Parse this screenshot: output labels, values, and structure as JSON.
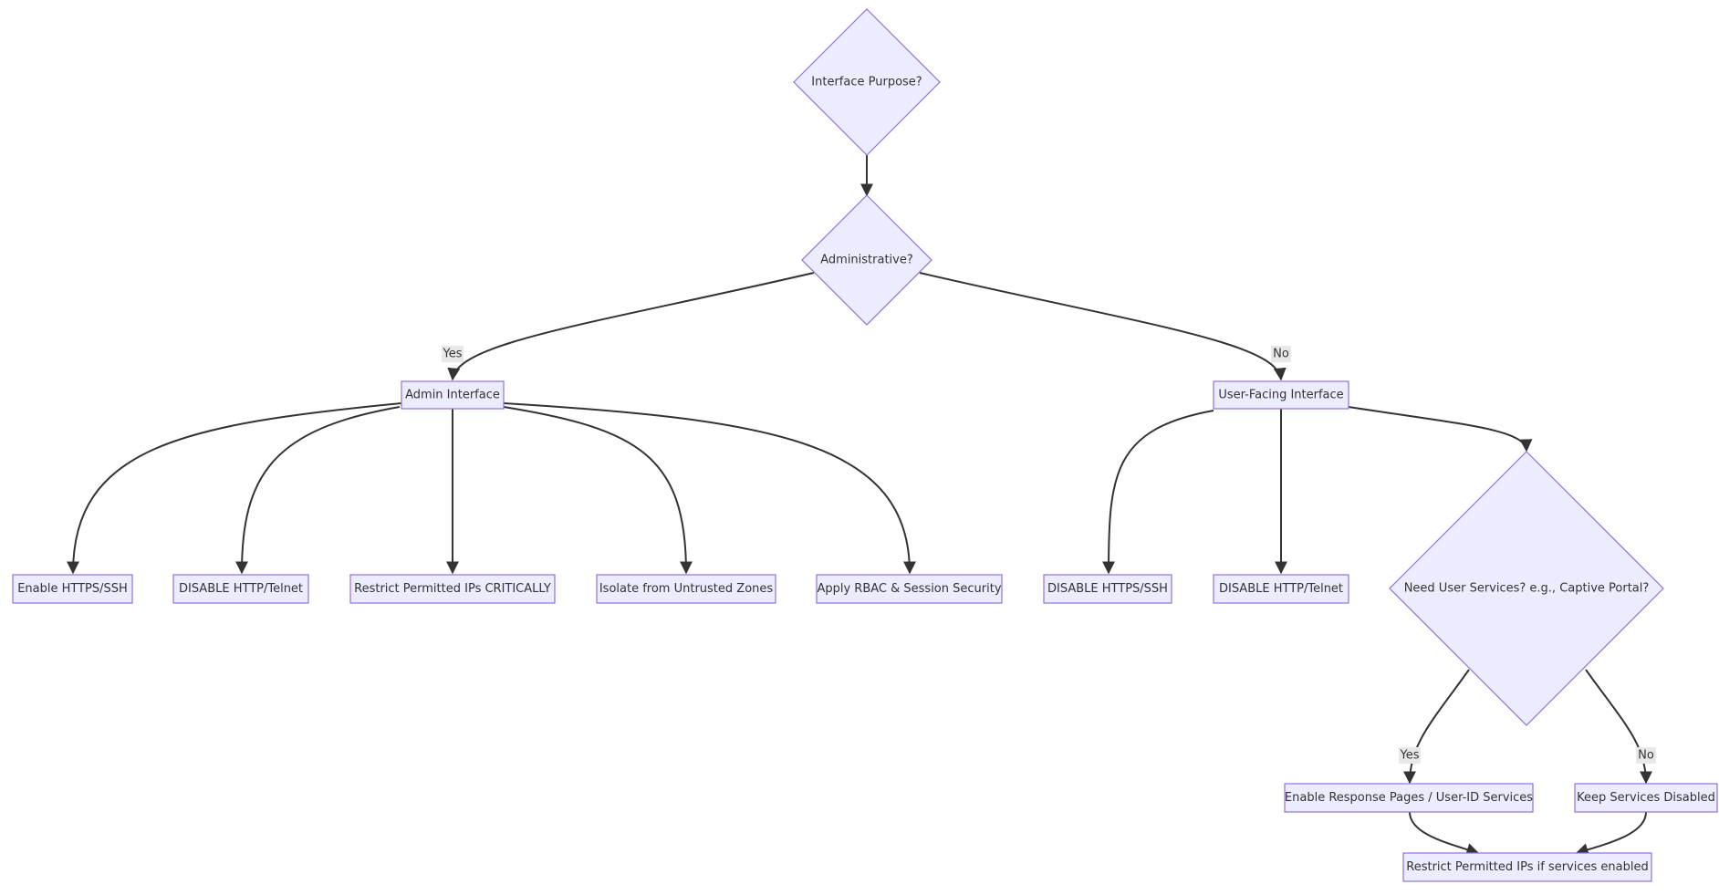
{
  "colors": {
    "node_fill": "#ececff",
    "node_stroke": "#9370db",
    "edge": "#333333",
    "label_bg": "#e8e8e8",
    "text": "#333333"
  },
  "nodes": {
    "interface_purpose": "Interface Purpose?",
    "administrative": "Administrative?",
    "admin_interface": "Admin Interface",
    "user_facing_interface": "User-Facing Interface",
    "enable_https_ssh": "Enable HTTPS/SSH",
    "disable_http_telnet_admin": "DISABLE HTTP/Telnet",
    "restrict_permitted_ips": "Restrict Permitted IPs CRITICALLY",
    "isolate_untrusted": "Isolate from Untrusted Zones",
    "apply_rbac": "Apply RBAC & Session Security",
    "disable_https_ssh": "DISABLE HTTPS/SSH",
    "disable_http_telnet_user": "DISABLE HTTP/Telnet",
    "need_user_services": "Need User Services? e.g., Captive Portal?",
    "enable_response_pages": "Enable Response Pages / User-ID Services",
    "keep_services_disabled": "Keep Services Disabled",
    "restrict_if_enabled": "Restrict Permitted IPs if services enabled"
  },
  "edge_labels": {
    "admin_yes": "Yes",
    "admin_no": "No",
    "services_yes": "Yes",
    "services_no": "No"
  }
}
